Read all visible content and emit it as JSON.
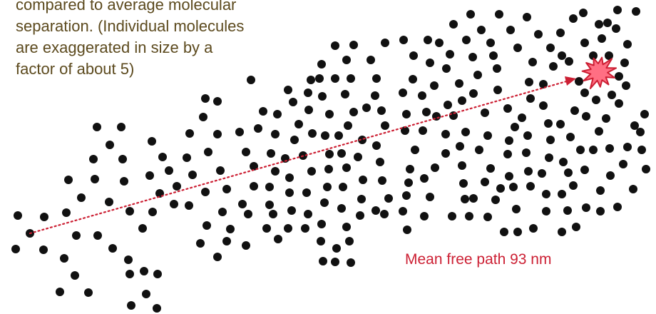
{
  "caption_lines": [
    "compared to average molecular",
    "separation. (Individual molecules",
    "are exaggerated in size by a",
    "factor of about 5)"
  ],
  "label": "Mean free path 93 nm",
  "colors": {
    "molecule": "#111111",
    "path": "#cc1f33",
    "collision_fill": "#ff6f83",
    "collision_stroke": "#cc1f33",
    "caption_text": "#5c4a1e",
    "label_text": "#cc1f33"
  }
}
